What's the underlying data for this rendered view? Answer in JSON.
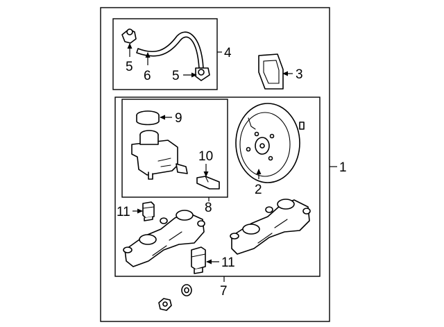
{
  "callouts": {
    "c1": "1",
    "c2": "2",
    "c3": "3",
    "c4": "4",
    "c5a": "5",
    "c5b": "5",
    "c6": "6",
    "c7": "7",
    "c8": "8",
    "c9": "9",
    "c10": "10",
    "c11a": "11",
    "c11b": "11"
  }
}
